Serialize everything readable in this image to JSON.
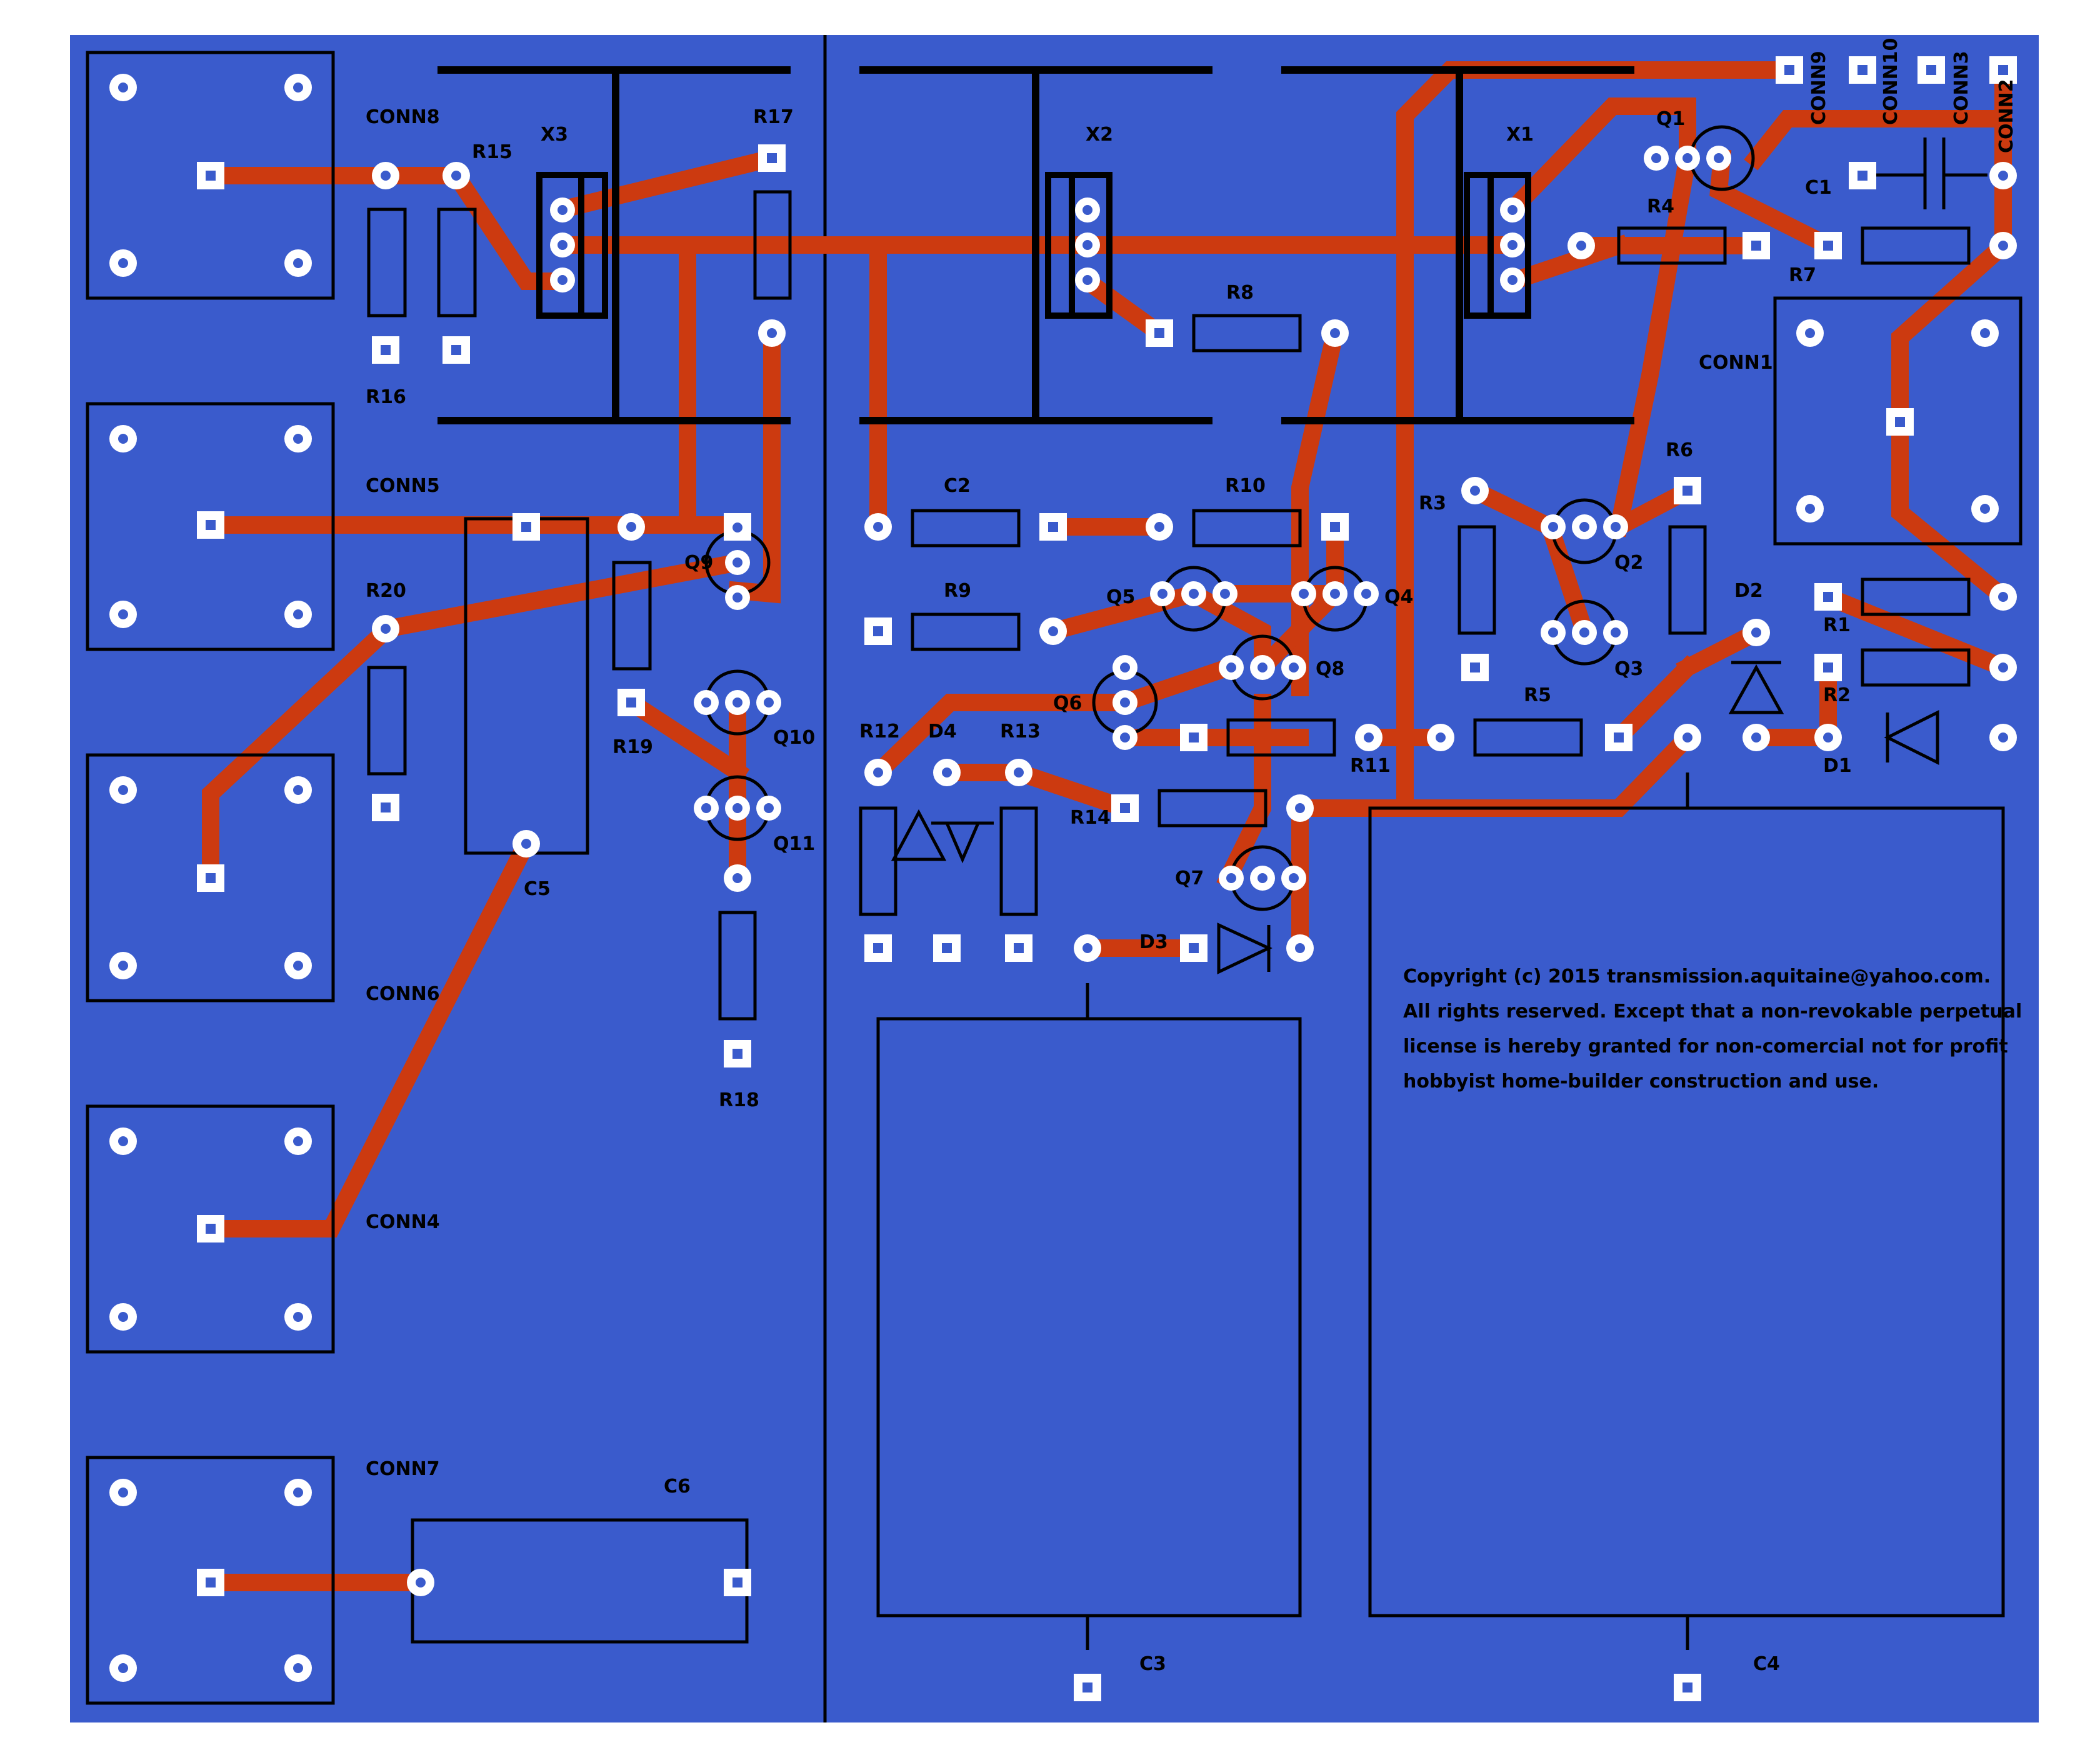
{
  "colors": {
    "board": "#3a5bcc",
    "trace": "#cc3a10",
    "pad": "#ffffff",
    "silkscreen": "#000000"
  },
  "copyright": {
    "line1": "Copyright (c) 2015 transmission.aquitaine@yahoo.com.",
    "line2": "All rights reserved. Except that a non-revokable perpetual",
    "line3": "license is hereby granted for non-comercial not for profit",
    "line4": "hobbyist home-builder construction and use."
  },
  "labels": {
    "CONN1": "CONN1",
    "CONN2": "CONN2",
    "CONN3": "CONN3",
    "CONN4": "CONN4",
    "CONN5": "CONN5",
    "CONN6": "CONN6",
    "CONN7": "CONN7",
    "CONN8": "CONN8",
    "CONN9": "CONN9",
    "CONN10": "CONN10",
    "X1": "X1",
    "X2": "X2",
    "X3": "X3",
    "Q1": "Q1",
    "Q2": "Q2",
    "Q3": "Q3",
    "Q4": "Q4",
    "Q5": "Q5",
    "Q6": "Q6",
    "Q7": "Q7",
    "Q8": "Q8",
    "Q9": "Q9",
    "Q10": "Q10",
    "Q11": "Q11",
    "R1": "R1",
    "R2": "R2",
    "R3": "R3",
    "R4": "R4",
    "R5": "R5",
    "R6": "R6",
    "R7": "R7",
    "R8": "R8",
    "R9": "R9",
    "R10": "R10",
    "R11": "R11",
    "R12": "R12",
    "R13": "R13",
    "R14": "R14",
    "R15": "R15",
    "R16": "R16",
    "R17": "R17",
    "R18": "R18",
    "R19": "R19",
    "R20": "R20",
    "C1": "C1",
    "C2": "C2",
    "C3": "C3",
    "C4": "C4",
    "C5": "C5",
    "C6": "C6",
    "D1": "D1",
    "D2": "D2",
    "D3": "D3",
    "D4": "D4"
  }
}
